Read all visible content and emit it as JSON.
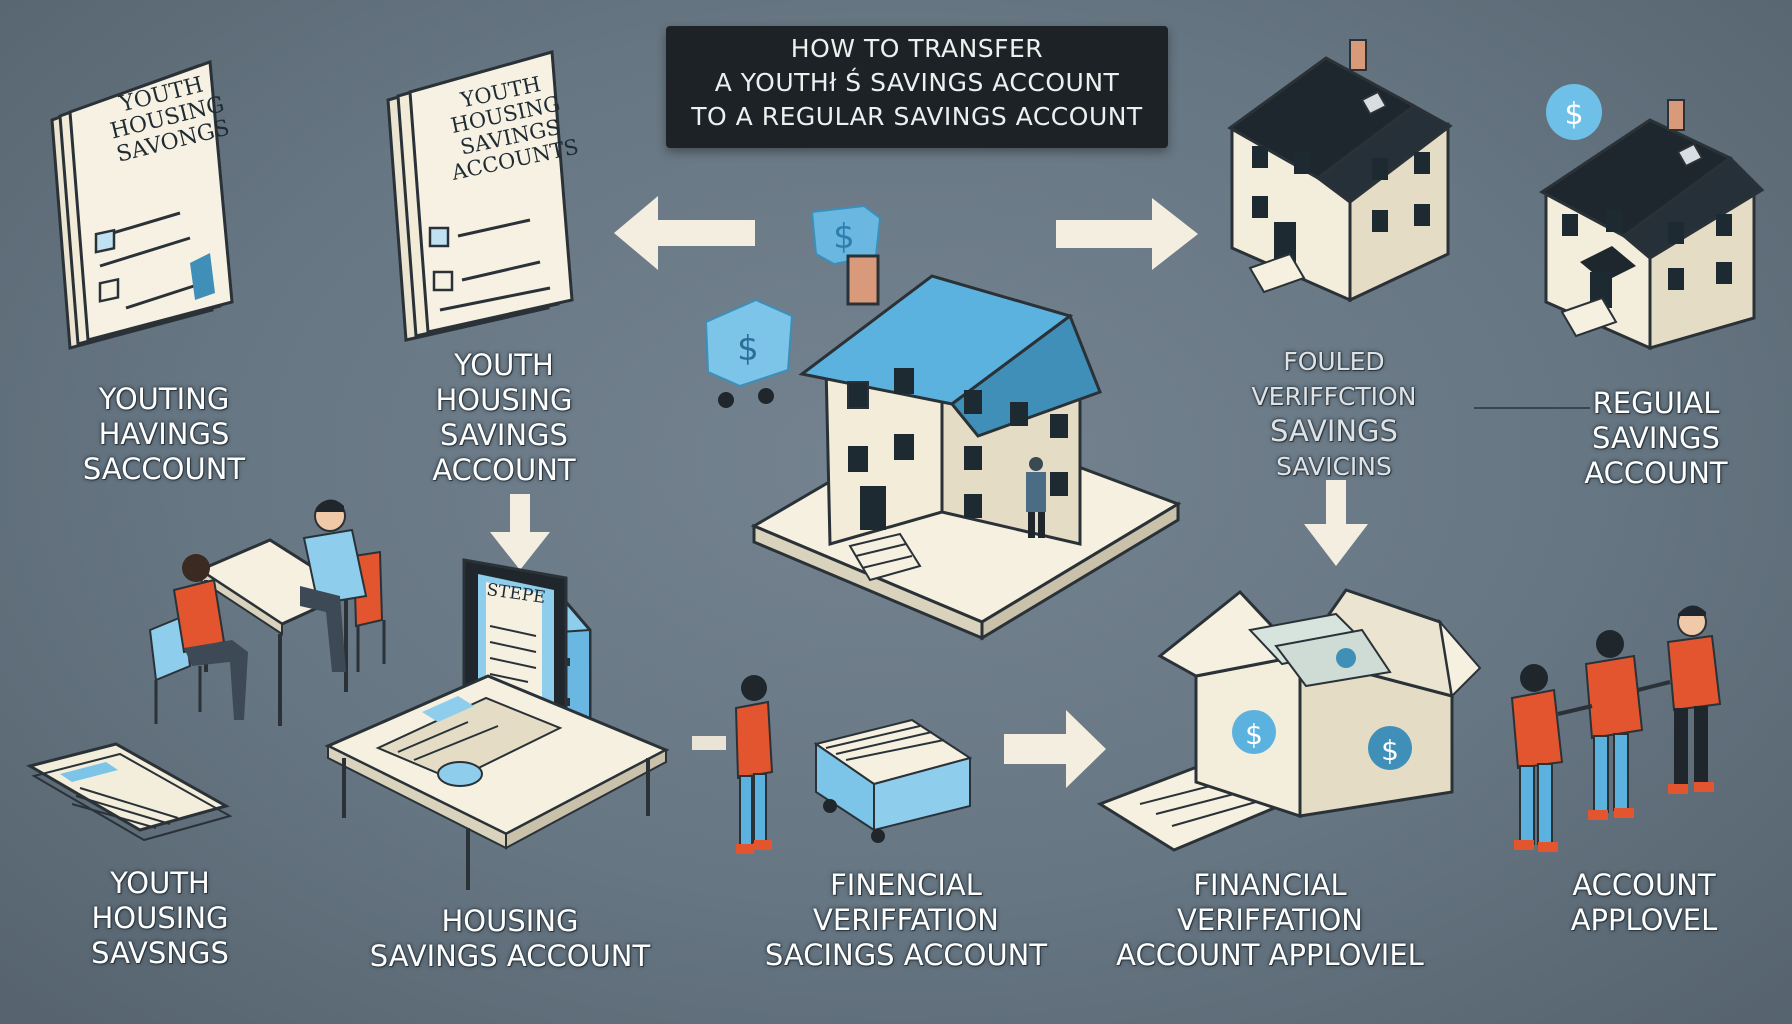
{
  "title": {
    "line1": "HOW TO TRANSFER",
    "line2": "A YOUTHł Ś SAVINGS ACCOUNT",
    "line3": "TO A REGULAR SAVINGS ACCOUNT"
  },
  "documents": {
    "left_doc_title": [
      "YOUTH",
      "HOUSING",
      "SAVONGS"
    ],
    "middle_doc_title": [
      "YOUTH",
      "HOUSING",
      "SAVINGS",
      "ACCOUNTS"
    ]
  },
  "captions": {
    "youting": [
      "YOUTING",
      "HAVINGS",
      "SACCOUNT"
    ],
    "youth_housing_savings_account": [
      "YOUTH",
      "HOUSING",
      "SAVINGS",
      "ACCOUNT"
    ],
    "fouled_verifeation": [
      "FOULED",
      "VERIFFCTION",
      "SAVINGS",
      "SAVICINS"
    ],
    "regular_savings_account": [
      "REGUIAL",
      "SAVINGS",
      "ACCOUNT"
    ],
    "youth_housing_savngs": [
      "YOUTH",
      "HOUSING",
      "SAVSNGS"
    ],
    "housing_savings_account": [
      "HOUSING",
      "SAVINGS ACCOUNT"
    ],
    "financial_verification_1": [
      "FINENCIAL",
      "VERIFFATION",
      "SACINGS ACCOUNT"
    ],
    "financial_verification_2": [
      "FINANCIAL",
      "VERIFFATION",
      "ACCOUNT APPLOVIEL"
    ],
    "account_approval": [
      "ACCOUNT",
      "APPLOVEL"
    ]
  },
  "screen_label": "STEPE",
  "icons": {
    "dollar_symbol": "$",
    "alt_symbol": "$"
  },
  "colors": {
    "background": "#667682",
    "accent_blue": "#5cb4e0",
    "roof_dark": "#1e272d",
    "paper": "#f4efdf",
    "shirt_orange": "#e2552e",
    "arrow": "#f3eee0"
  }
}
